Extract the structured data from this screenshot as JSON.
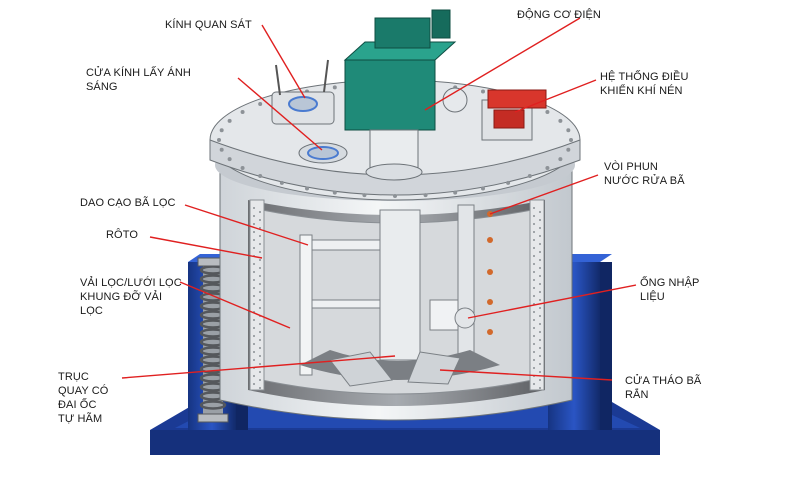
{
  "labels": {
    "sight_glass": "KÍNH QUAN SÁT",
    "light_window": [
      "CỬA KÍNH LẤY ÁNH",
      "SÁNG"
    ],
    "motor": "ĐỘNG CƠ ĐIỆN",
    "pneumatic_control": [
      "HỆ THỐNG ĐIỀU",
      "KHIỂN KHÍ NÉN"
    ],
    "wash_nozzle": [
      "VÒI PHUN",
      "NƯỚC RỬA BÃ"
    ],
    "cake_scraper": "DAO CẠO BÃ LỌC",
    "rotor": "RÔTO",
    "filter_cloth": [
      "VẢI LỌC/LƯỚI LỌC",
      "KHUNG ĐỠ VẢI",
      "LỌC"
    ],
    "feed_pipe": [
      "ỐNG NHẬP",
      "LIỆU"
    ],
    "shaft_nut": [
      "TRỤC",
      "QUAY CÓ",
      "ĐAI ỐC",
      "TỰ HÃM"
    ],
    "discharge_door": [
      "CỬA THÁO BÃ",
      "RẮN"
    ]
  },
  "colors": {
    "leader_line": "#e02020",
    "body": "#e8ebee",
    "frame_blue": "#1d3f9c",
    "motor_green": "#1f8a78",
    "valve_red": "#d8362c"
  }
}
